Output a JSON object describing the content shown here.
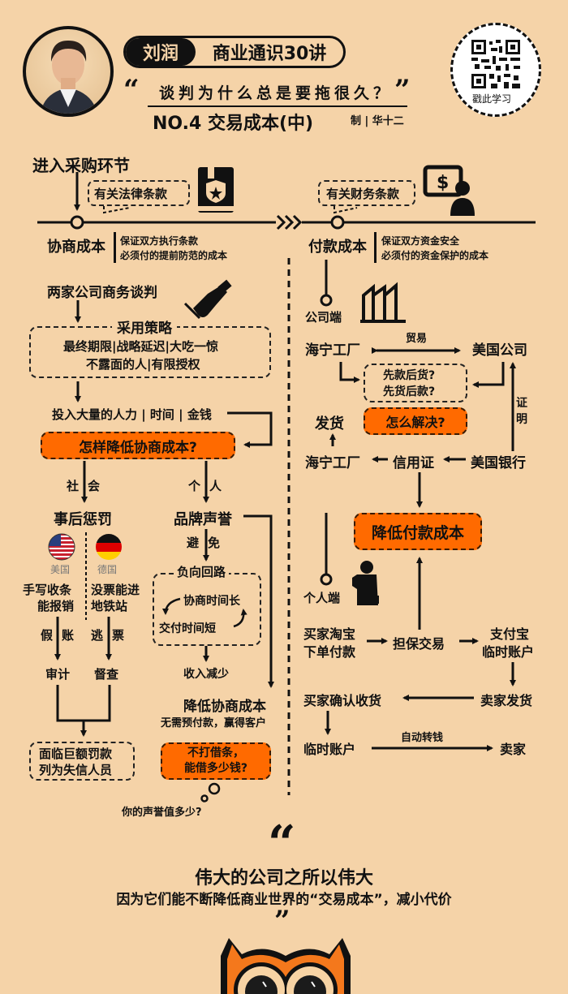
{
  "header": {
    "author": "刘润",
    "series": "商业通识30讲",
    "question": "谈判为什么总是要拖很久？",
    "episode": "NO.4 交易成本(中)",
    "credit": "制 | 华十二",
    "qr_caption": "戳此学习"
  },
  "timeline": {
    "start": "进入采购环节",
    "left_bubble": "有关法律条款",
    "right_bubble": "有关财务条款",
    "left_node": "协商成本",
    "left_desc_1": "保证双方执行条款",
    "left_desc_2": "必须付的提前防范的成本",
    "right_node": "付款成本",
    "right_desc_1": "保证双方资金安全",
    "right_desc_2": "必须付的资金保护的成本"
  },
  "left": {
    "negotiation": "两家公司商务谈判",
    "strategy_title": "采用策略",
    "strategy_1": "最终期限|战略延迟|大吃一惊",
    "strategy_2": "不露面的人|有限授权",
    "invest": "投入大量的人力 | 时间 | 金钱",
    "question": "怎样降低协商成本?",
    "social_a": "社",
    "social_b": "会",
    "personal_a": "个",
    "personal_b": "人",
    "punish": "事后惩罚",
    "brand": "品牌声誉",
    "usa": "美国",
    "germany": "德国",
    "usa_case_1": "手写收条",
    "usa_case_2": "能报销",
    "de_case_1": "没票能进",
    "de_case_2": "地铁站",
    "fake_a": "假",
    "fake_b": "账",
    "evade_a": "逃",
    "evade_b": "票",
    "audit": "审计",
    "inspect": "督查",
    "penalty_1": "面临巨额罚款",
    "penalty_2": "列为失信人员",
    "avoid_a": "避",
    "avoid_b": "免",
    "loop_title": "负向回路",
    "loop_1": "协商时间长",
    "loop_2": "交付时间短",
    "income": "收入减少",
    "reduce": "降低协商成本",
    "reduce_desc": "无需预付款，赢得客户",
    "loan_1": "不打借条，",
    "loan_2": "能借多少钱?",
    "reputation": "你的声誉值多少?"
  },
  "right": {
    "company_end": "公司端",
    "factory": "海宁工厂",
    "trade": "贸易",
    "us_company": "美国公司",
    "q1": "先款后货?",
    "q2": "先货后款?",
    "ship": "发货",
    "solve": "怎么解决?",
    "prove_a": "证",
    "prove_b": "明",
    "factory2": "海宁工厂",
    "lc": "信用证",
    "us_bank": "美国银行",
    "reduce_pay": "降低付款成本",
    "personal_end": "个人端",
    "buyer_1": "买家淘宝",
    "buyer_2": "下单付款",
    "escrow": "担保交易",
    "alipay_1": "支付宝",
    "alipay_2": "临时账户",
    "confirm": "买家确认收货",
    "seller_ship": "卖家发货",
    "temp_account": "临时账户",
    "auto_transfer": "自动转钱",
    "seller": "卖家"
  },
  "quote": {
    "line1": "伟大的公司之所以伟大",
    "line2": "因为它们能不断降低商业世界的“交易成本”，减小代价"
  },
  "colors": {
    "background": "#f5d3a8",
    "accent": "#ff6a00",
    "ink": "#111111"
  }
}
